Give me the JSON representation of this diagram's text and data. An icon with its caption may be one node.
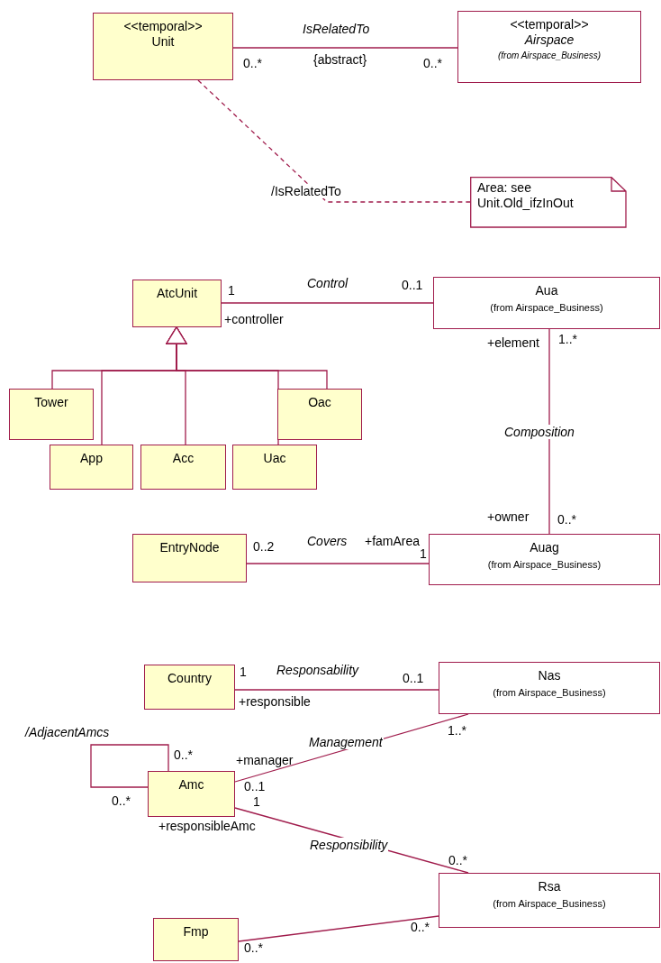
{
  "diagram": {
    "nodes": [
      {
        "text": [
          "<<temporal>>",
          "Unit"
        ]
      },
      {
        "text": [
          "<<temporal>>",
          "Airspace",
          "(from Airspace_Business)"
        ]
      },
      {
        "text": [
          "Area: see Unit.Old_ifzInOut"
        ]
      },
      {
        "text": [
          "AtcUnit"
        ]
      },
      {
        "text": [
          "Aua",
          "(from Airspace_Business)"
        ]
      },
      {
        "text": [
          "Tower"
        ]
      },
      {
        "text": [
          "App"
        ]
      },
      {
        "text": [
          "Acc"
        ]
      },
      {
        "text": [
          "Uac"
        ]
      },
      {
        "text": [
          "Oac"
        ]
      },
      {
        "text": [
          "EntryNode"
        ]
      },
      {
        "text": [
          "Auag",
          "(from Airspace_Business)"
        ]
      },
      {
        "text": [
          "Country"
        ]
      },
      {
        "text": [
          "Nas",
          "(from Airspace_Business)"
        ]
      },
      {
        "text": [
          "Amc"
        ]
      },
      {
        "text": [
          "Rsa",
          "(from Airspace_Business)"
        ]
      },
      {
        "text": [
          "Fmp"
        ]
      }
    ],
    "edges": [
      {
        "from": 0,
        "to": 1,
        "arrow": "none",
        "label": "IsRelatedTo"
      },
      {
        "from": 0,
        "to": 2,
        "arrow": "none",
        "label": "/IsRelatedTo",
        "style": "dashed"
      },
      {
        "from": 3,
        "to": 4,
        "arrow": "none",
        "label": "Control"
      },
      {
        "from": 5,
        "to": 3,
        "arrow": "to"
      },
      {
        "from": 6,
        "to": 3,
        "arrow": "to"
      },
      {
        "from": 7,
        "to": 3,
        "arrow": "to"
      },
      {
        "from": 8,
        "to": 3,
        "arrow": "to"
      },
      {
        "from": 9,
        "to": 3,
        "arrow": "to"
      },
      {
        "from": 4,
        "to": 11,
        "arrow": "none",
        "label": "Composition"
      },
      {
        "from": 10,
        "to": 11,
        "arrow": "none",
        "label": "Covers"
      },
      {
        "from": 12,
        "to": 13,
        "arrow": "none",
        "label": "Responsability"
      },
      {
        "from": 14,
        "to": 14,
        "arrow": "none",
        "label": "/AdjacentAmcs"
      },
      {
        "from": 14,
        "to": 13,
        "arrow": "none",
        "label": "Management"
      },
      {
        "from": 14,
        "to": 15,
        "arrow": "none",
        "label": "Responsibility"
      },
      {
        "from": 16,
        "to": 15,
        "arrow": "none"
      }
    ],
    "labels": [
      "0..*",
      "{abstract}",
      "0..*",
      "1",
      "+controller",
      "0..1",
      "+element",
      "1..*",
      "+owner",
      "0..*",
      "0..2",
      "+famArea",
      "1",
      "1",
      "+responsible",
      "0..1",
      "0..*",
      "0..*",
      "+manager",
      "0..1",
      "1..*",
      "1",
      "+responsibleAmc",
      "0..*",
      "0..*",
      "0..*"
    ]
  }
}
